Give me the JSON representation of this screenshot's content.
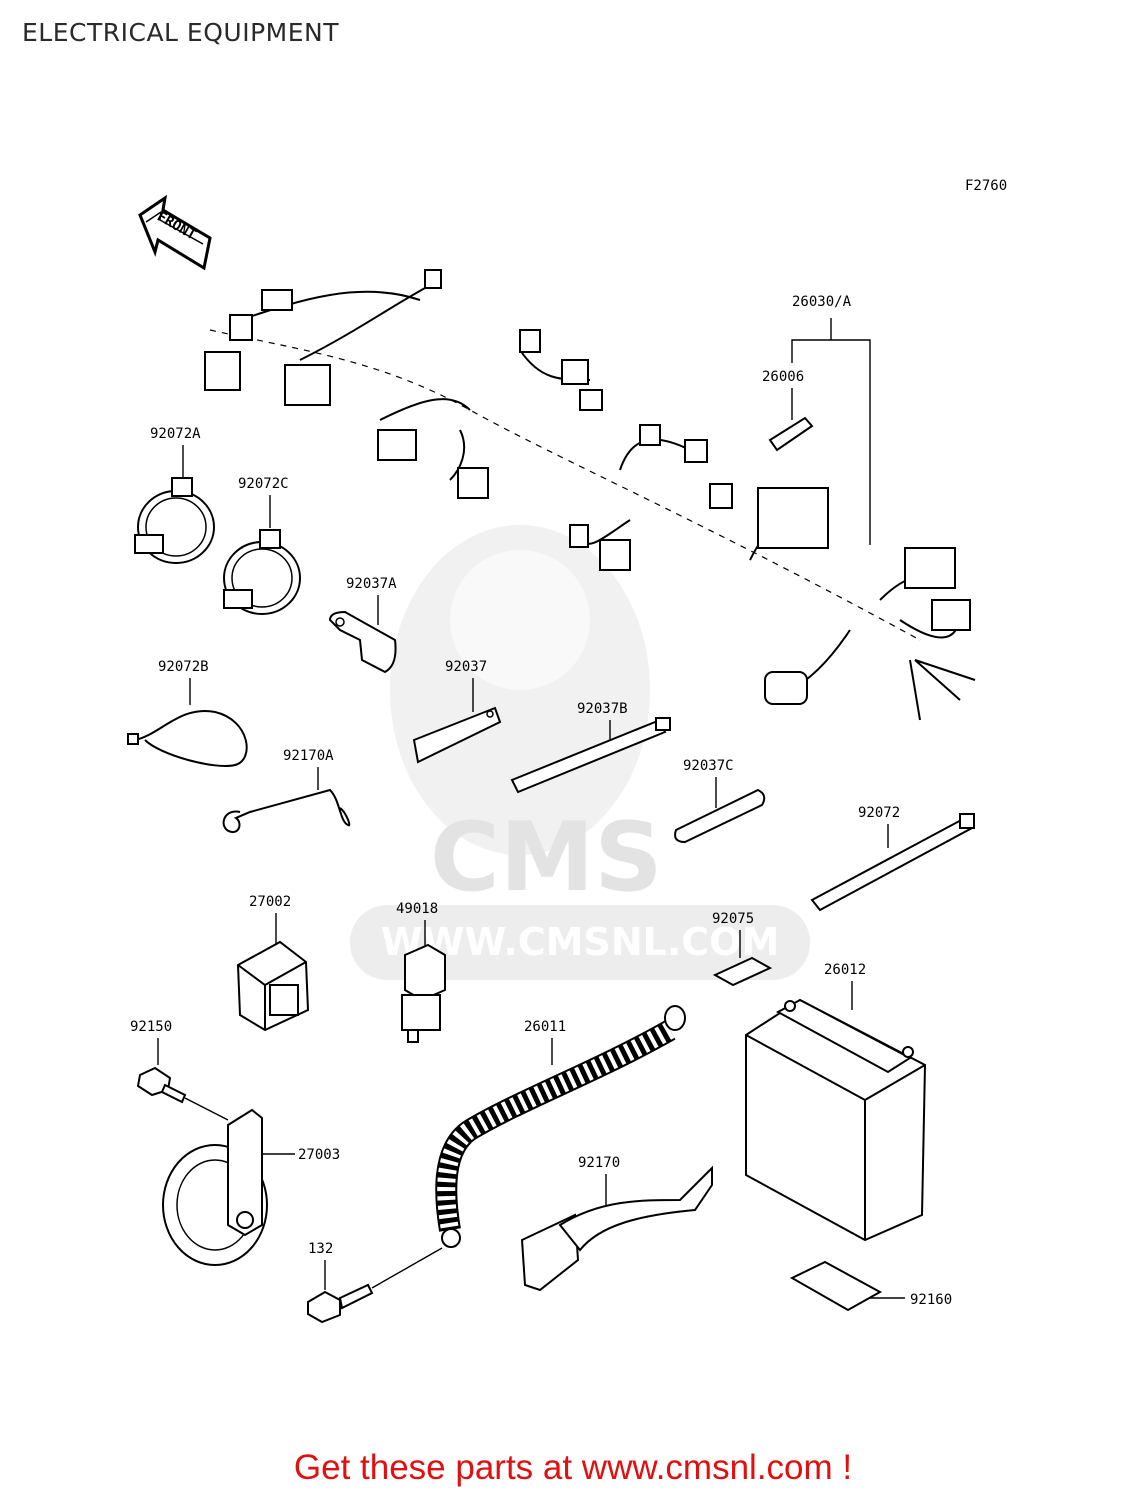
{
  "header": {
    "title": "ELECTRICAL EQUIPMENT"
  },
  "diagram": {
    "figure_code": "F2760",
    "front_arrow_label": "FRONT",
    "watermark": {
      "logo_text": "CMS",
      "url_text": "WWW.CMSNL.COM"
    },
    "parts": [
      {
        "id": "p26030a",
        "label": "26030/A"
      },
      {
        "id": "p26006",
        "label": "26006"
      },
      {
        "id": "p92072a",
        "label": "92072A"
      },
      {
        "id": "p92072c",
        "label": "92072C"
      },
      {
        "id": "p92037a",
        "label": "92037A"
      },
      {
        "id": "p92037",
        "label": "92037"
      },
      {
        "id": "p92072b",
        "label": "92072B"
      },
      {
        "id": "p92037b",
        "label": "92037B"
      },
      {
        "id": "p92170a",
        "label": "92170A"
      },
      {
        "id": "p92037c",
        "label": "92037C"
      },
      {
        "id": "p92072",
        "label": "92072"
      },
      {
        "id": "p27002",
        "label": "27002"
      },
      {
        "id": "p49018",
        "label": "49018"
      },
      {
        "id": "p92075",
        "label": "92075"
      },
      {
        "id": "p26012",
        "label": "26012"
      },
      {
        "id": "p92150",
        "label": "92150"
      },
      {
        "id": "p26011",
        "label": "26011"
      },
      {
        "id": "p27003",
        "label": "27003"
      },
      {
        "id": "p92170",
        "label": "92170"
      },
      {
        "id": "p132",
        "label": "132"
      },
      {
        "id": "p92160",
        "label": "92160"
      }
    ]
  },
  "footer": {
    "cta": "Get these parts at www.cmsnl.com !"
  }
}
